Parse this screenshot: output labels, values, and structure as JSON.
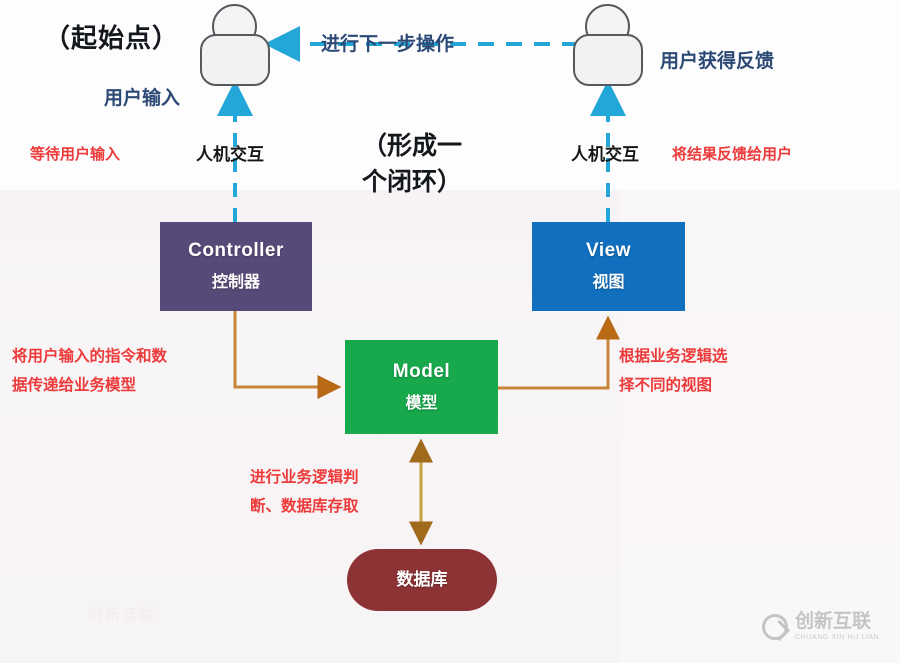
{
  "diagram": {
    "title_start": "（起始点）",
    "center_note": "（形成一\n个闭环）"
  },
  "actors": [
    {
      "name": "user-left",
      "icon": "person-icon"
    },
    {
      "name": "user-right",
      "icon": "person-icon"
    }
  ],
  "nodes": {
    "controller": {
      "en": "Controller",
      "zh": "控制器",
      "color": "#584a78"
    },
    "view": {
      "en": "View",
      "zh": "视图",
      "color": "#1070bf"
    },
    "model": {
      "en": "Model",
      "zh": "模型",
      "color": "#17a94c"
    },
    "database": {
      "zh": "数据库",
      "color": "#8d3336"
    }
  },
  "labels": {
    "next_step": "进行下一步操作",
    "user_input": "用户输入",
    "user_feedback": "用户获得反馈",
    "wait_user_input": "等待用户输入",
    "hci_left": "人机交互",
    "hci_right": "人机交互",
    "result_to_user": "将结果反馈给用户",
    "controller_to_model": "将用户输入的指令和数\n据传递给业务模型",
    "model_to_view": "根据业务逻辑选\n择不同的视图",
    "model_to_db": "进行业务逻辑判\n断、数据库存取"
  },
  "colors": {
    "arrow_cyan": "#22a7d8",
    "arrow_orange": "#c9761c",
    "arrow_gold": "#c4932f",
    "text_red": "#ed3a3a",
    "text_navy": "#2d4a76",
    "text_black": "#161616"
  },
  "watermarks": {
    "right_cn": "创新互联",
    "right_en": "CHUANG XIN HU LIAN",
    "left": "创新互联"
  }
}
